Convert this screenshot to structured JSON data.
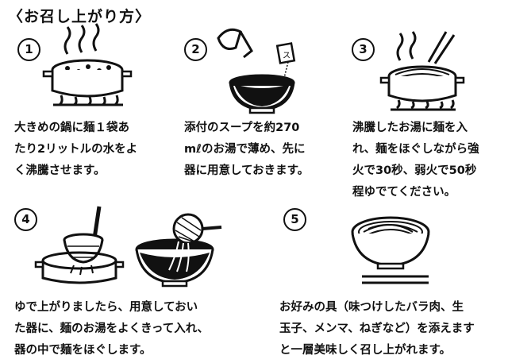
{
  "title": "〈お召し上がり方〉",
  "steps": [
    {
      "num": "1",
      "text": "大きめの鍋に麺１袋あ\nたり2リットルの水をよ\nく沸騰させます。"
    },
    {
      "num": "2",
      "text": "添付のスープを約270\nmℓのお湯で薄め、先に\n器に用意しておきます。"
    },
    {
      "num": "3",
      "text": "沸騰したお湯に麺を入\nれ、麺をほぐしながら強\n火で30秒、弱火で50秒\n程ゆでてください。"
    },
    {
      "num": "4",
      "text": "ゆで上がりましたら、用意しておい\nた器に、麺のお湯をよくきって入れ、\n器の中で麺をほぐします。"
    },
    {
      "num": "5",
      "text": "お好みの具（味つけしたバラ肉、生\n玉子、メンマ、ねぎなど）を添えます\nと一層美味しく召し上がれます。"
    }
  ],
  "soup_packet_label": "ス"
}
